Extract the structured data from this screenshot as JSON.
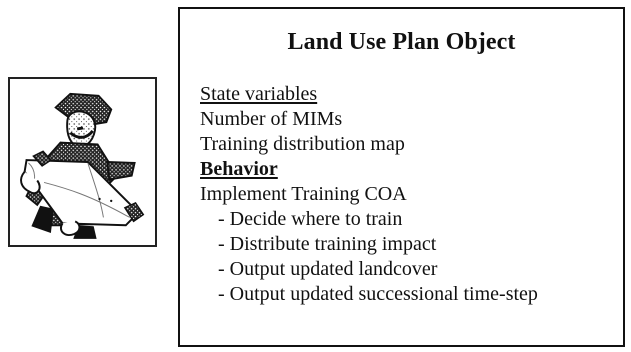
{
  "title": "Land Use Plan Object",
  "state_section": {
    "heading": "State variables",
    "items": [
      "Number of MIMs",
      "Training distribution map"
    ]
  },
  "behavior_section": {
    "heading": "Behavior",
    "main_item": "Implement Training COA",
    "subitems": [
      "- Decide where to train",
      "- Distribute training impact",
      "- Output updated landcover",
      "- Output updated successional time-step"
    ]
  },
  "icon": {
    "name": "soldier-holding-map-icon",
    "colors": {
      "ink": "#111111",
      "paper": "#ffffff",
      "shade": "#555555"
    }
  }
}
